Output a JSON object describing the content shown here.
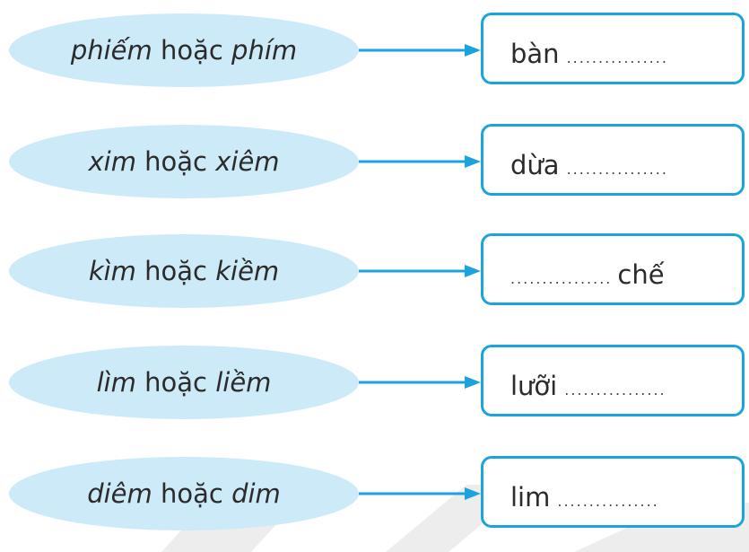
{
  "colors": {
    "ellipse_fill": "#cdeaf8",
    "arrow": "#1aa3dc",
    "box_border": "#1aa3dc",
    "text": "#2b2b2b",
    "watermark": "#ececec"
  },
  "connector_word": "hoặc",
  "pairs": [
    {
      "option_a": "phiếm",
      "option_b": "phím",
      "box_prefix": "bàn",
      "box_suffix": "",
      "blank": "................"
    },
    {
      "option_a": "xim",
      "option_b": "xiêm",
      "box_prefix": "dừa",
      "box_suffix": "",
      "blank": "................"
    },
    {
      "option_a": "kìm",
      "option_b": "kiềm",
      "box_prefix": "",
      "box_suffix": "chế",
      "blank": "................"
    },
    {
      "option_a": "lìm",
      "option_b": "liềm",
      "box_prefix": "lưỡi",
      "box_suffix": "",
      "blank": "................"
    },
    {
      "option_a": "diêm",
      "option_b": "dim",
      "box_prefix": "lim",
      "box_suffix": "",
      "blank": "................"
    }
  ]
}
